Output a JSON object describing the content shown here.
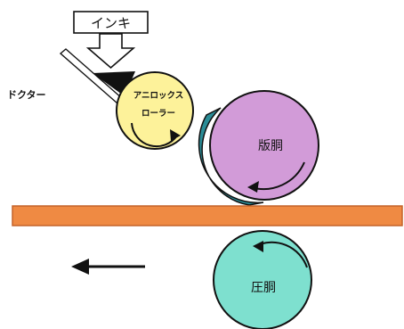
{
  "labels": {
    "ink": "インキ",
    "doctor": "ドクター",
    "anilox_line1": "アニロックス",
    "anilox_line2": "ローラー",
    "plate_cylinder": "版胴",
    "impression_cylinder": "圧胴"
  },
  "colors": {
    "anilox_roller": "#fdf29a",
    "plate_cylinder": "#d29bd8",
    "plate_sleeve": "#2a8c96",
    "impression_cylinder": "#7ee0cf",
    "substrate_web": "#ef8a43",
    "substrate_edge": "#c4632a",
    "doctor_blade": "#111111",
    "outline": "#111111"
  }
}
